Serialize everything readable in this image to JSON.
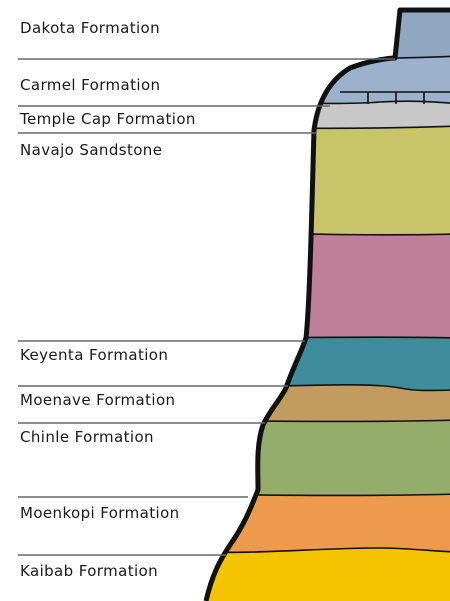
{
  "formations": [
    {
      "id": "dakota",
      "name": "Dakota Formation",
      "color": "#8fa7c1"
    },
    {
      "id": "carmel",
      "name": "Carmel Formation",
      "color": "#9cb2cc"
    },
    {
      "id": "templecap",
      "name": "Temple Cap Formation",
      "color": "#c8c8c8"
    },
    {
      "id": "navajo",
      "name": "Navajo Sandstone",
      "color_upper": "#c8c46a",
      "color_lower": "#c07f99"
    },
    {
      "id": "keyenta",
      "name": "Keyenta Formation",
      "color": "#3e8d9c"
    },
    {
      "id": "moenave",
      "name": "Moenave Formation",
      "color": "#c29b5f"
    },
    {
      "id": "chinle",
      "name": "Chinle Formation",
      "color": "#95ad6b"
    },
    {
      "id": "moenkopi",
      "name": "Moenkopi Formation",
      "color": "#ee9a4c"
    },
    {
      "id": "kaibab",
      "name": "Kaibab Formation",
      "color": "#f5c400"
    }
  ],
  "colors": {
    "outline": "#111111",
    "leader_line": "#666666",
    "label_text": "#1a1a1a"
  }
}
